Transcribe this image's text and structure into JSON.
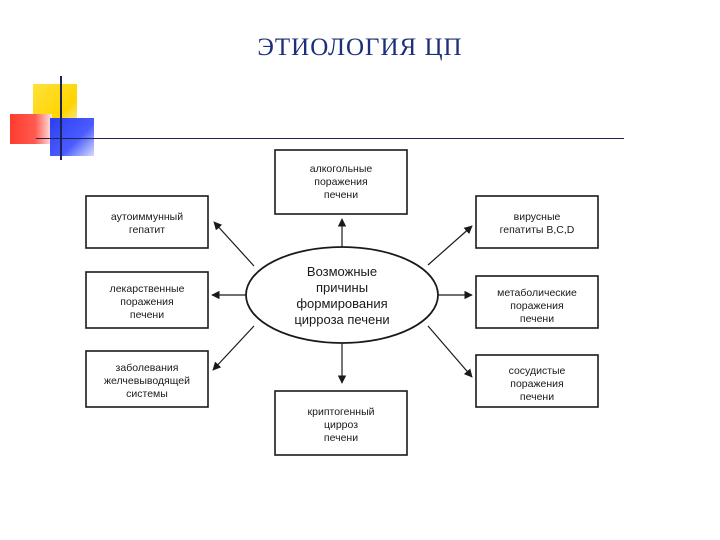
{
  "title": "ЭТИОЛОГИЯ ЦП",
  "center": {
    "lines": [
      "Возможные",
      "причины",
      "формирования",
      "цирроза печени"
    ]
  },
  "boxes": {
    "top": [
      "алкогольные",
      "поражения",
      "печени"
    ],
    "left_top": [
      "аутоиммунный",
      "гепатит"
    ],
    "left_mid": [
      "лекарственные",
      "поражения",
      "печени"
    ],
    "left_bottom": [
      "заболевания",
      "желчевыводящей",
      "системы"
    ],
    "right_top": [
      "вирусные",
      "гепатиты B,C,D"
    ],
    "right_mid": [
      "метаболические",
      "поражения",
      "печени"
    ],
    "right_bottom": [
      "сосудистые",
      "поражения",
      "печени"
    ],
    "bottom": [
      "криптогенный",
      "цирроз",
      "печени"
    ]
  },
  "colors": {
    "title": "#1c2f7a",
    "deco_yellow": "#ffd400",
    "deco_red": "#ff3b2f",
    "deco_blue": "#2a3ef0",
    "lines": "#1a1a1a"
  }
}
